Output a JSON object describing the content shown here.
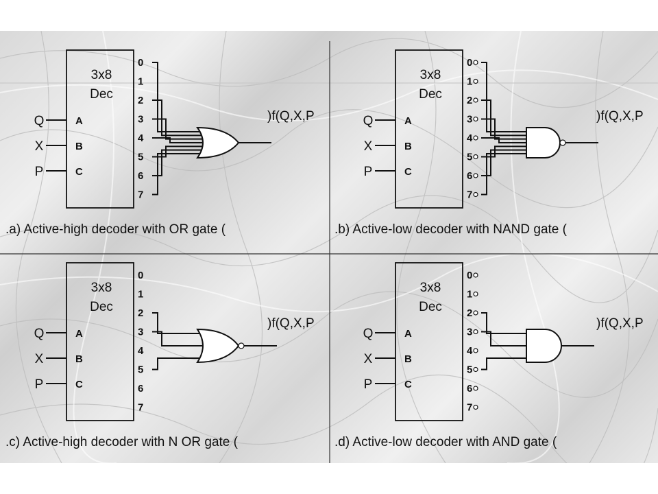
{
  "panels": [
    {
      "id": "a",
      "decoder_title": [
        "3x8",
        "Dec"
      ],
      "inputs": [
        {
          "signal": "Q",
          "pin": "A"
        },
        {
          "signal": "X",
          "pin": "B"
        },
        {
          "signal": "P",
          "pin": "C"
        }
      ],
      "outputs": [
        "0",
        "1",
        "2",
        "3",
        "4",
        "5",
        "6",
        "7"
      ],
      "active_low": false,
      "gate": "OR",
      "connected_outputs": [
        0,
        2,
        3,
        4,
        5,
        6,
        7
      ],
      "function_label": ")f(Q,X,P",
      "caption": ".a) Active-high decoder with OR gate ("
    },
    {
      "id": "b",
      "decoder_title": [
        "3x8",
        "Dec"
      ],
      "inputs": [
        {
          "signal": "Q",
          "pin": "A"
        },
        {
          "signal": "X",
          "pin": "B"
        },
        {
          "signal": "P",
          "pin": "C"
        }
      ],
      "outputs": [
        "0",
        "1",
        "2",
        "3",
        "4",
        "5",
        "6",
        "7"
      ],
      "active_low": true,
      "gate": "NAND",
      "connected_outputs": [
        0,
        2,
        3,
        4,
        5,
        6,
        7
      ],
      "function_label": ")f(Q,X,P",
      "caption": ".b) Active-low decoder with NAND gate ("
    },
    {
      "id": "c",
      "decoder_title": [
        "3x8",
        "Dec"
      ],
      "inputs": [
        {
          "signal": "Q",
          "pin": "A"
        },
        {
          "signal": "X",
          "pin": "B"
        },
        {
          "signal": "P",
          "pin": "C"
        }
      ],
      "outputs": [
        "0",
        "1",
        "2",
        "3",
        "4",
        "5",
        "6",
        "7"
      ],
      "active_low": false,
      "gate": "NOR",
      "connected_outputs": [
        2,
        3,
        5
      ],
      "function_label": ")f(Q,X,P",
      "caption": ".c) Active-high decoder with N OR gate ("
    },
    {
      "id": "d",
      "decoder_title": [
        "3x8",
        "Dec"
      ],
      "inputs": [
        {
          "signal": "Q",
          "pin": "A"
        },
        {
          "signal": "X",
          "pin": "B"
        },
        {
          "signal": "P",
          "pin": "C"
        }
      ],
      "outputs": [
        "0",
        "1",
        "2",
        "3",
        "4",
        "5",
        "6",
        "7"
      ],
      "active_low": true,
      "gate": "AND",
      "connected_outputs": [
        2,
        3,
        5
      ],
      "function_label": ")f(Q,X,P",
      "caption": ".d) Active-low decoder with AND gate ("
    }
  ]
}
